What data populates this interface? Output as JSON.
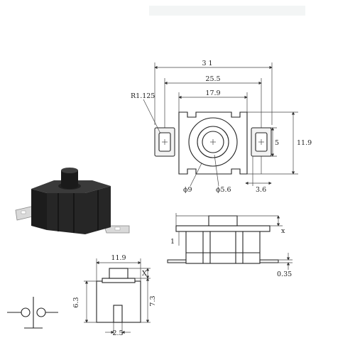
{
  "header_watermark": "",
  "top_view": {
    "dim_overall": "3 1",
    "dim_pins": "25.5",
    "dim_body": "17.9",
    "dim_height": "11.9",
    "dim_pad": "5",
    "dim_radius": "R1.125",
    "dim_pad_width": "3.6",
    "dim_ring": "ϕ9",
    "dim_button": "ϕ5.6"
  },
  "side_view": {
    "dim_step": "1",
    "dim_x": "x",
    "dim_thickness": "0.35"
  },
  "front_view": {
    "dim_width": "11.9",
    "dim_x": "X",
    "dim_height_a": "6.3",
    "dim_height_b": "7.3",
    "dim_stem": "2.5"
  }
}
